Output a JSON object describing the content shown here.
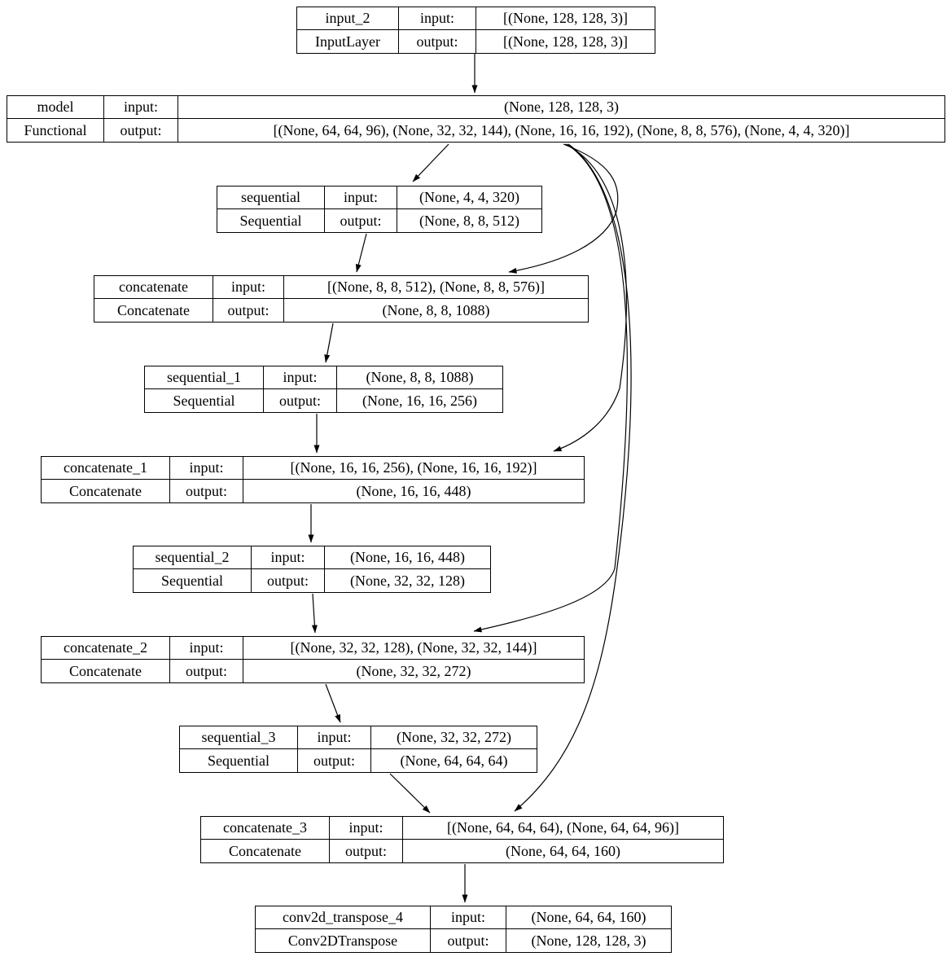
{
  "diagram_type": "keras-model-plot",
  "colors": {
    "background": "#ffffff",
    "stroke": "#000000",
    "text": "#000000"
  },
  "labels": {
    "input": "input:",
    "output": "output:"
  },
  "nodes": [
    {
      "name": "input_2",
      "type": "InputLayer",
      "input_shape": "[(None, 128, 128, 3)]",
      "output_shape": "[(None, 128, 128, 3)]"
    },
    {
      "name": "model",
      "type": "Functional",
      "input_shape": "(None, 128, 128, 3)",
      "output_shape": "[(None, 64, 64, 96), (None, 32, 32, 144), (None, 16, 16, 192), (None, 8, 8, 576), (None, 4, 4, 320)]"
    },
    {
      "name": "sequential",
      "type": "Sequential",
      "input_shape": "(None, 4, 4, 320)",
      "output_shape": "(None, 8, 8, 512)"
    },
    {
      "name": "concatenate",
      "type": "Concatenate",
      "input_shape": "[(None, 8, 8, 512), (None, 8, 8, 576)]",
      "output_shape": "(None, 8, 8, 1088)"
    },
    {
      "name": "sequential_1",
      "type": "Sequential",
      "input_shape": "(None, 8, 8, 1088)",
      "output_shape": "(None, 16, 16, 256)"
    },
    {
      "name": "concatenate_1",
      "type": "Concatenate",
      "input_shape": "[(None, 16, 16, 256), (None, 16, 16, 192)]",
      "output_shape": "(None, 16, 16, 448)"
    },
    {
      "name": "sequential_2",
      "type": "Sequential",
      "input_shape": "(None, 16, 16, 448)",
      "output_shape": "(None, 32, 32, 128)"
    },
    {
      "name": "concatenate_2",
      "type": "Concatenate",
      "input_shape": "[(None, 32, 32, 128), (None, 32, 32, 144)]",
      "output_shape": "(None, 32, 32, 272)"
    },
    {
      "name": "sequential_3",
      "type": "Sequential",
      "input_shape": "(None, 32, 32, 272)",
      "output_shape": "(None, 64, 64, 64)"
    },
    {
      "name": "concatenate_3",
      "type": "Concatenate",
      "input_shape": "[(None, 64, 64, 64), (None, 64, 64, 96)]",
      "output_shape": "(None, 64, 64, 160)"
    },
    {
      "name": "conv2d_transpose_4",
      "type": "Conv2DTranspose",
      "input_shape": "(None, 64, 64, 160)",
      "output_shape": "(None, 128, 128, 3)"
    }
  ],
  "edges": [
    {
      "from": "input_2",
      "to": "model"
    },
    {
      "from": "model",
      "to": "sequential"
    },
    {
      "from": "sequential",
      "to": "concatenate"
    },
    {
      "from": "model",
      "to": "concatenate"
    },
    {
      "from": "concatenate",
      "to": "sequential_1"
    },
    {
      "from": "sequential_1",
      "to": "concatenate_1"
    },
    {
      "from": "model",
      "to": "concatenate_1"
    },
    {
      "from": "concatenate_1",
      "to": "sequential_2"
    },
    {
      "from": "sequential_2",
      "to": "concatenate_2"
    },
    {
      "from": "model",
      "to": "concatenate_2"
    },
    {
      "from": "concatenate_2",
      "to": "sequential_3"
    },
    {
      "from": "sequential_3",
      "to": "concatenate_3"
    },
    {
      "from": "model",
      "to": "concatenate_3"
    },
    {
      "from": "concatenate_3",
      "to": "conv2d_transpose_4"
    }
  ]
}
